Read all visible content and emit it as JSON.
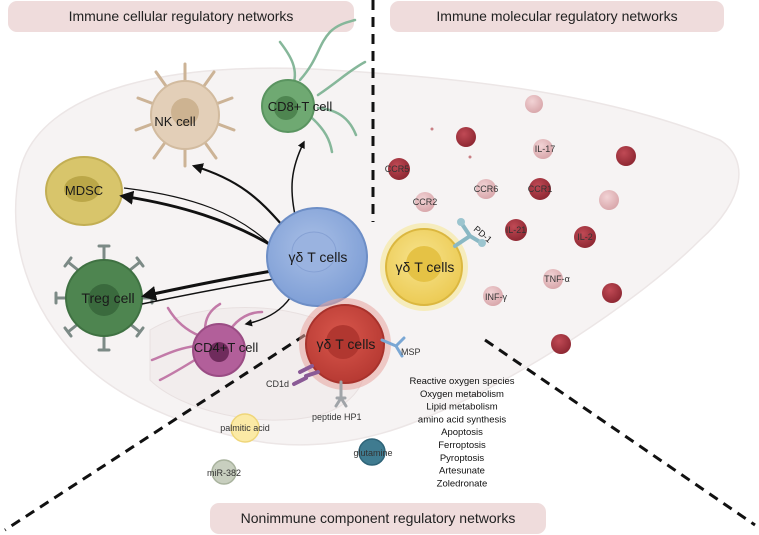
{
  "headers": {
    "cellular": "Immune cellular regulatory networks",
    "molecular": "Immune molecular regulatory networks",
    "nonimmune": "Nonimmune component regulatory networks"
  },
  "cells": {
    "nk": "NK cell",
    "cd8": "CD8+T cell",
    "mdsc": "MDSC",
    "treg": "Treg cell",
    "cd4": "CD4+T cell",
    "gd_blue": "γδ T cells",
    "gd_yellow": "γδ T cells",
    "gd_red": "γδ T cells"
  },
  "receptors": {
    "pd1": "PD-1",
    "msp": "MSP",
    "cd1d": "CD1d",
    "hp1": "peptide HP1"
  },
  "molecules": {
    "ccr5": "CCR5",
    "ccr2": "CCR2",
    "ccr6": "CCR6",
    "ccr1": "CCR1",
    "il17": "IL-17",
    "il21": "IL-21",
    "il2": "IL-2",
    "tnfa": "TNF-α",
    "infg": "INF-γ"
  },
  "nonimmune": {
    "palmitic": "palmitic acid",
    "mir382": "miR-382",
    "glutamine": "glutamine"
  },
  "processes": [
    "Reactive oxygen species",
    "Oxygen metabolism",
    "Lipid metabolism",
    "amino acid synthesis",
    "Apoptosis",
    "Ferroptosis",
    "Pyroptosis",
    "Artesunate",
    "Zoledronate"
  ],
  "colors": {
    "header_bg": "#efdcdc",
    "blue_cell": "#8ea9d8",
    "yellow_cell": "#f3d76c",
    "red_cell": "#c9463e",
    "nk_cell": "#e3cfb8",
    "cd8_cell": "#6fa972",
    "mdsc_cell": "#d8c56b",
    "treg_cell": "#4e8550",
    "cd4_cell": "#b25f9a",
    "dark_ball": "#a6333f",
    "light_ball": "#e3b8bb"
  }
}
